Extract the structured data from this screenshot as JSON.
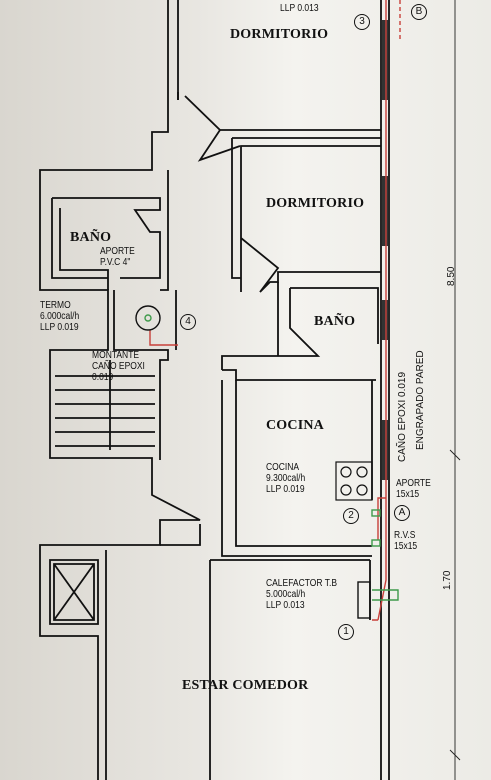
{
  "rooms": {
    "dormitorio_top": "DORMITORIO",
    "dormitorio_mid": "DORMITORIO",
    "bano_left": "BAÑO",
    "bano_right": "BAÑO",
    "cocina": "COCINA",
    "estar": "ESTAR COMEDOR"
  },
  "notes": {
    "top_llp": "LLP 0.013",
    "aporte_pvc": "APORTE\nP.V.C 4\"",
    "termo": "TERMO\n6.000cal/h\nLLP 0.019",
    "montante": "MONTANTE\nCAÑO EPOXI\n0.019",
    "cocina_app": "COCINA\n9.300cal/h\nLLP 0.019",
    "aporte_15": "APORTE\n15x15",
    "rvs": "R.V.S\n15x15",
    "calefactor": "CALEFACTOR T.B\n5.000cal/h\nLLP 0.013"
  },
  "markers": {
    "m1": "1",
    "m2": "2",
    "m3": "3",
    "m4": "4",
    "ma": "A",
    "mb": "B"
  },
  "vertical": {
    "pipe_line1": "CAÑO EPOXI 0.019",
    "pipe_line2": "ENGRAPADO PARED",
    "dim_top": "8.50",
    "dim_bottom": "1.70"
  },
  "colors": {
    "gas_line": "#c8403a",
    "fixture": "#3e9a4a",
    "ink": "#111111"
  }
}
